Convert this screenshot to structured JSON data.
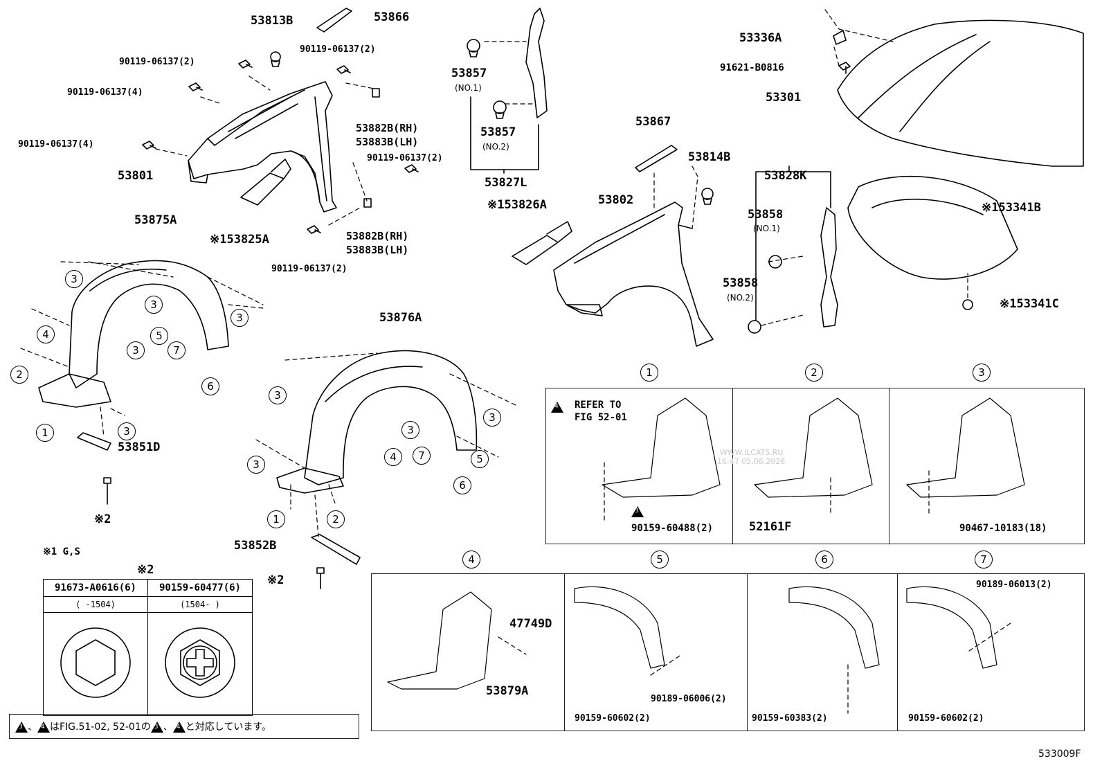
{
  "diagram": {
    "drawing_code": "533009F",
    "watermark": {
      "site": "WWW.ILCATS.RU",
      "stamp": "16:47 05.06.2026"
    },
    "parts": {
      "p53813B": "53813B",
      "p53866": "53866",
      "p90119_2a": "90119-06137(2)",
      "p90119_2b": "90119-06137(2)",
      "p90119_4a": "90119-06137(4)",
      "p90119_4b": "90119-06137(4)",
      "p90119_2c": "90119-06137(2)",
      "p90119_2d": "90119-06137(2)",
      "p53882B_rh_a": "53882B(RH)",
      "p53883B_lh_a": "53883B(LH)",
      "p53882B_rh_b": "53882B(RH)",
      "p53883B_lh_b": "53883B(LH)",
      "p53801": "53801",
      "p53825A": "※153825A",
      "p53857_1": "53857",
      "p53857_1_sub": "(NO.1)",
      "p53857_2": "53857",
      "p53857_2_sub": "(NO.2)",
      "p53827L": "53827L",
      "p53826A": "※153826A",
      "p53867": "53867",
      "p53814B": "53814B",
      "p53802": "53802",
      "p53828K": "53828K",
      "p53858_1": "53858",
      "p53858_1_sub": "(NO.1)",
      "p53858_2": "53858",
      "p53858_2_sub": "(NO.2)",
      "p53336A": "53336A",
      "p91621": "91621-B0816",
      "p53301": "53301",
      "p53341B": "※153341B",
      "p53341C": "※153341C",
      "p53875A": "53875A",
      "p53876A": "53876A",
      "p53851D": "53851D",
      "p53852B": "53852B",
      "star2a": "※2",
      "star2b": "※2",
      "star1_note": "※1 G,S"
    },
    "callouts": {
      "c1": "1",
      "c2": "2",
      "c3": "3",
      "c4": "4",
      "c5": "5",
      "c6": "6",
      "c7": "7"
    },
    "detail_panels": {
      "panel1": {
        "num": "1",
        "refer": "REFER TO",
        "fig": "FIG 52-01",
        "tri": "4",
        "tri3": "3",
        "part": "90159-60488(2)"
      },
      "panel2": {
        "num": "2",
        "part": "52161F"
      },
      "panel3": {
        "num": "3",
        "part": "90467-10183(18)"
      },
      "panel4": {
        "num": "4",
        "part_a": "47749D",
        "part_b": "53879A"
      },
      "panel5": {
        "num": "5",
        "part_a": "90159-60602(2)",
        "part_b": "90189-06006(2)"
      },
      "panel6": {
        "num": "6",
        "part": "90159-60383(2)"
      },
      "panel7": {
        "num": "7",
        "part_a": "90189-06013(2)",
        "part_b": "90159-60602(2)"
      }
    },
    "ref_table": {
      "mark": "※2",
      "col1_part": "91673-A0616(6)",
      "col1_range": "(    -1504)",
      "col2_part": "90159-60477(6)",
      "col2_range": "(1504-    )"
    },
    "footnote": {
      "tri3": "3",
      "tri4": "4",
      "text_mid": "、",
      "text_a": "はFIG.51-02, 52-01の",
      "text_b": "、",
      "text_c": "と対応しています。"
    }
  }
}
